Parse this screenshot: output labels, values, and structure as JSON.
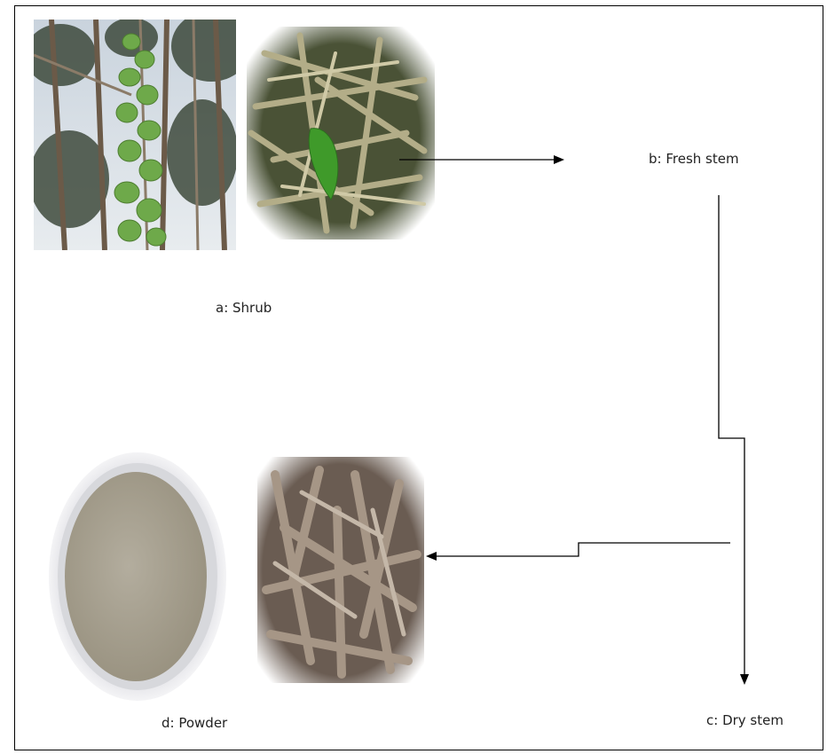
{
  "labels": {
    "shrub": "a: Shrub",
    "fresh_stem": "b: Fresh stem",
    "dry_stem": "c: Dry stem",
    "powder": "d: Powder"
  },
  "images": {
    "shrub": "climbing-vine-shrub-photo",
    "fresh_stem": "fresh-green-stems-photo",
    "dry_stem": "dried-stem-pieces-photo",
    "powder": "powder-in-dish-photo"
  },
  "colors": {
    "line": "#000000",
    "leaf_green": "#5f9e3a",
    "stem_tan": "#a9a27e",
    "dry_stem": "#9a8c7e",
    "powder": "#a8a293"
  }
}
